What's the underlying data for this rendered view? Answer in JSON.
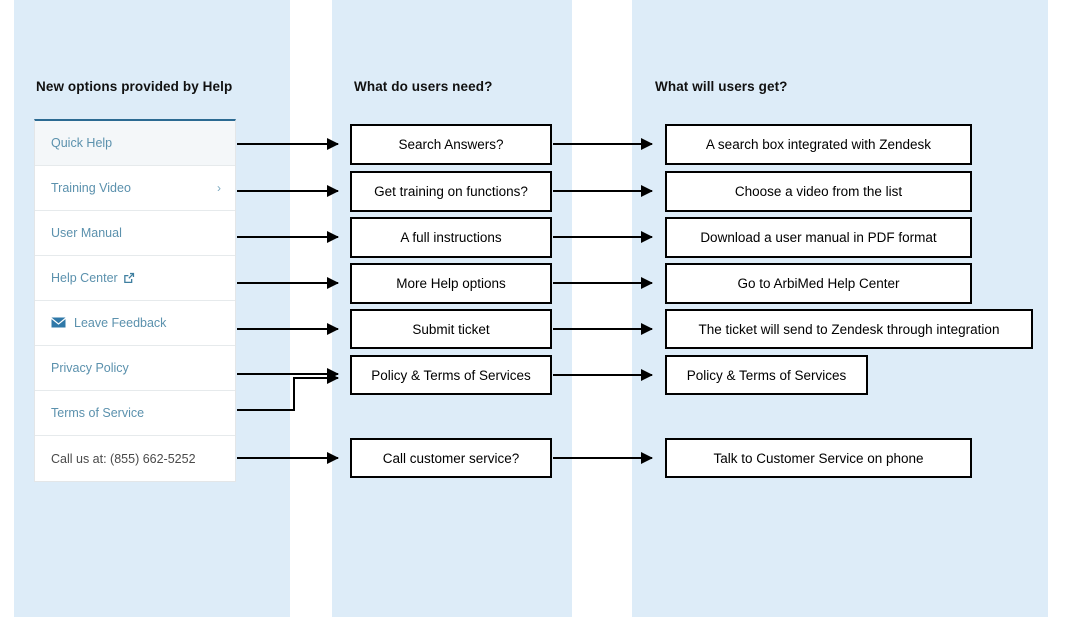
{
  "columns": {
    "left_heading": "New options provided by Help",
    "middle_heading": "What do users need?",
    "right_heading": "What will users get?"
  },
  "sidebar": {
    "items": [
      {
        "label": "Quick Help",
        "icon": "",
        "chevron": "",
        "active": true
      },
      {
        "label": "Training Video",
        "icon": "",
        "chevron": "›",
        "active": false
      },
      {
        "label": "User Manual",
        "icon": "",
        "chevron": "",
        "active": false
      },
      {
        "label": "Help Center",
        "icon": "external-link-icon",
        "chevron": "",
        "active": false
      },
      {
        "label": "Leave Feedback",
        "icon": "mail-icon",
        "chevron": "",
        "active": false
      },
      {
        "label": "Privacy Policy",
        "icon": "",
        "chevron": "",
        "active": false
      },
      {
        "label": "Terms of Service",
        "icon": "",
        "chevron": "",
        "active": false
      },
      {
        "label": "Call us at: (855) 662-5252",
        "icon": "",
        "chevron": "",
        "active": false
      }
    ]
  },
  "needs": [
    "Search Answers?",
    "Get training on functions?",
    "A full instructions",
    "More Help options",
    "Submit ticket",
    "Policy & Terms of Services",
    "Call customer service?"
  ],
  "outcomes": [
    "A search box integrated with Zendesk",
    "Choose a video from the list",
    "Download a user manual in PDF format",
    "Go to ArbiMed Help Center",
    "The ticket will send to Zendesk through integration",
    "Policy & Terms of Services",
    "Talk to Customer Service on phone"
  ],
  "colors": {
    "band": "#ddecf8",
    "menu_link": "#5b91ad",
    "menu_top_border": "#2b6a92",
    "box_border": "#000000"
  }
}
